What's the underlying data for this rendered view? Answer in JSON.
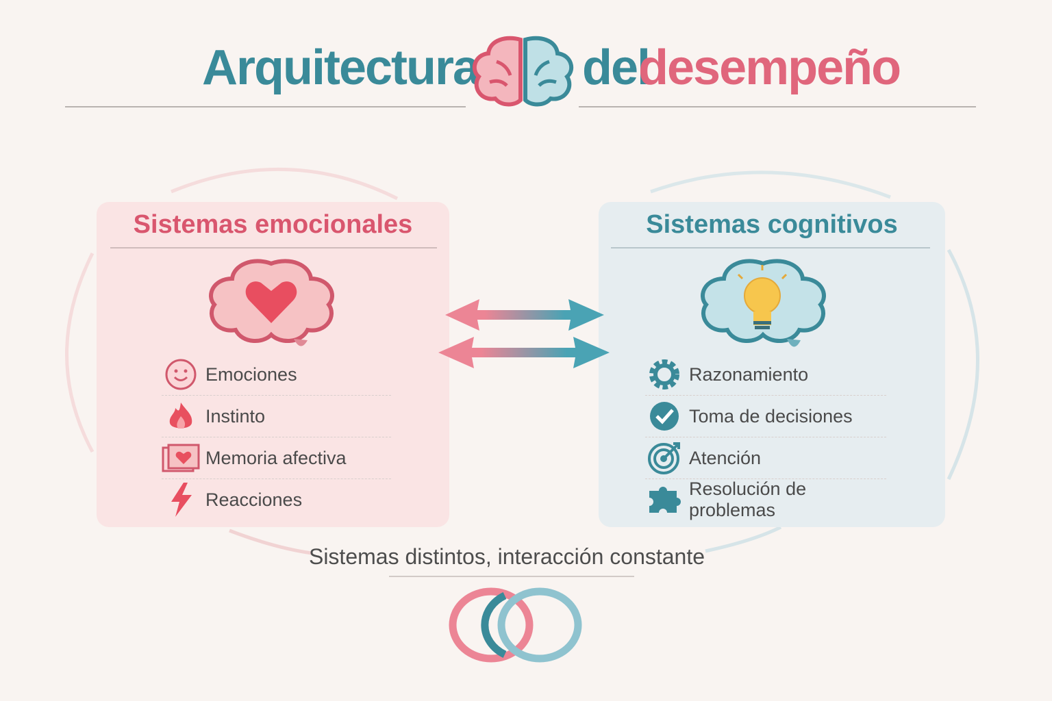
{
  "title": {
    "part1": "Arquitectura",
    "part2": "del",
    "part3": "desempeño"
  },
  "emotional": {
    "heading": "Sistemas emocionales",
    "items": [
      {
        "label": "Emociones",
        "icon": "smiley-icon"
      },
      {
        "label": "Instinto",
        "icon": "flame-icon"
      },
      {
        "label": "Memoria afectiva",
        "icon": "heart-photo-icon"
      },
      {
        "label": "Reacciones",
        "icon": "lightning-icon"
      }
    ]
  },
  "cognitive": {
    "heading": "Sistemas cognitivos",
    "items": [
      {
        "label": "Razonamiento",
        "icon": "gear-icon"
      },
      {
        "label": "Toma de decisiones",
        "icon": "check-circle-icon"
      },
      {
        "label": "Atención",
        "icon": "target-icon"
      },
      {
        "label": "Resolución de problemas",
        "icon": "puzzle-icon"
      }
    ]
  },
  "caption": "Sistemas distintos, interacción constante",
  "colors": {
    "pink": "#e0667c",
    "teal": "#3a8a99",
    "background": "#f9f4f1"
  }
}
